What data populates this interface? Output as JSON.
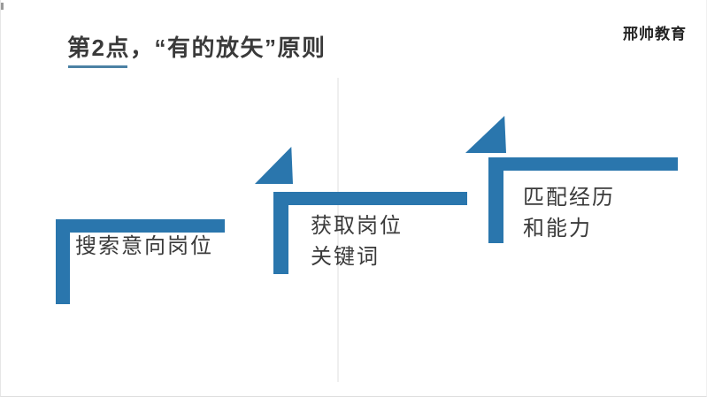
{
  "slide": {
    "title": "第2点，“有的放矢”原则",
    "logo": "邢帅教育"
  },
  "diagram": {
    "type": "staircase-steps",
    "steps": [
      {
        "order": 1,
        "lines": [
          "搜索意向岗位",
          ""
        ]
      },
      {
        "order": 2,
        "lines": [
          "获取岗位",
          "关键词"
        ]
      },
      {
        "order": 3,
        "lines": [
          "匹配经历",
          "和能力"
        ]
      }
    ]
  },
  "colors": {
    "accent_blue": "#2a76ad",
    "underline_blue": "#4b81a4",
    "text_dark": "#3a3a3a",
    "logo_black": "#232323"
  }
}
